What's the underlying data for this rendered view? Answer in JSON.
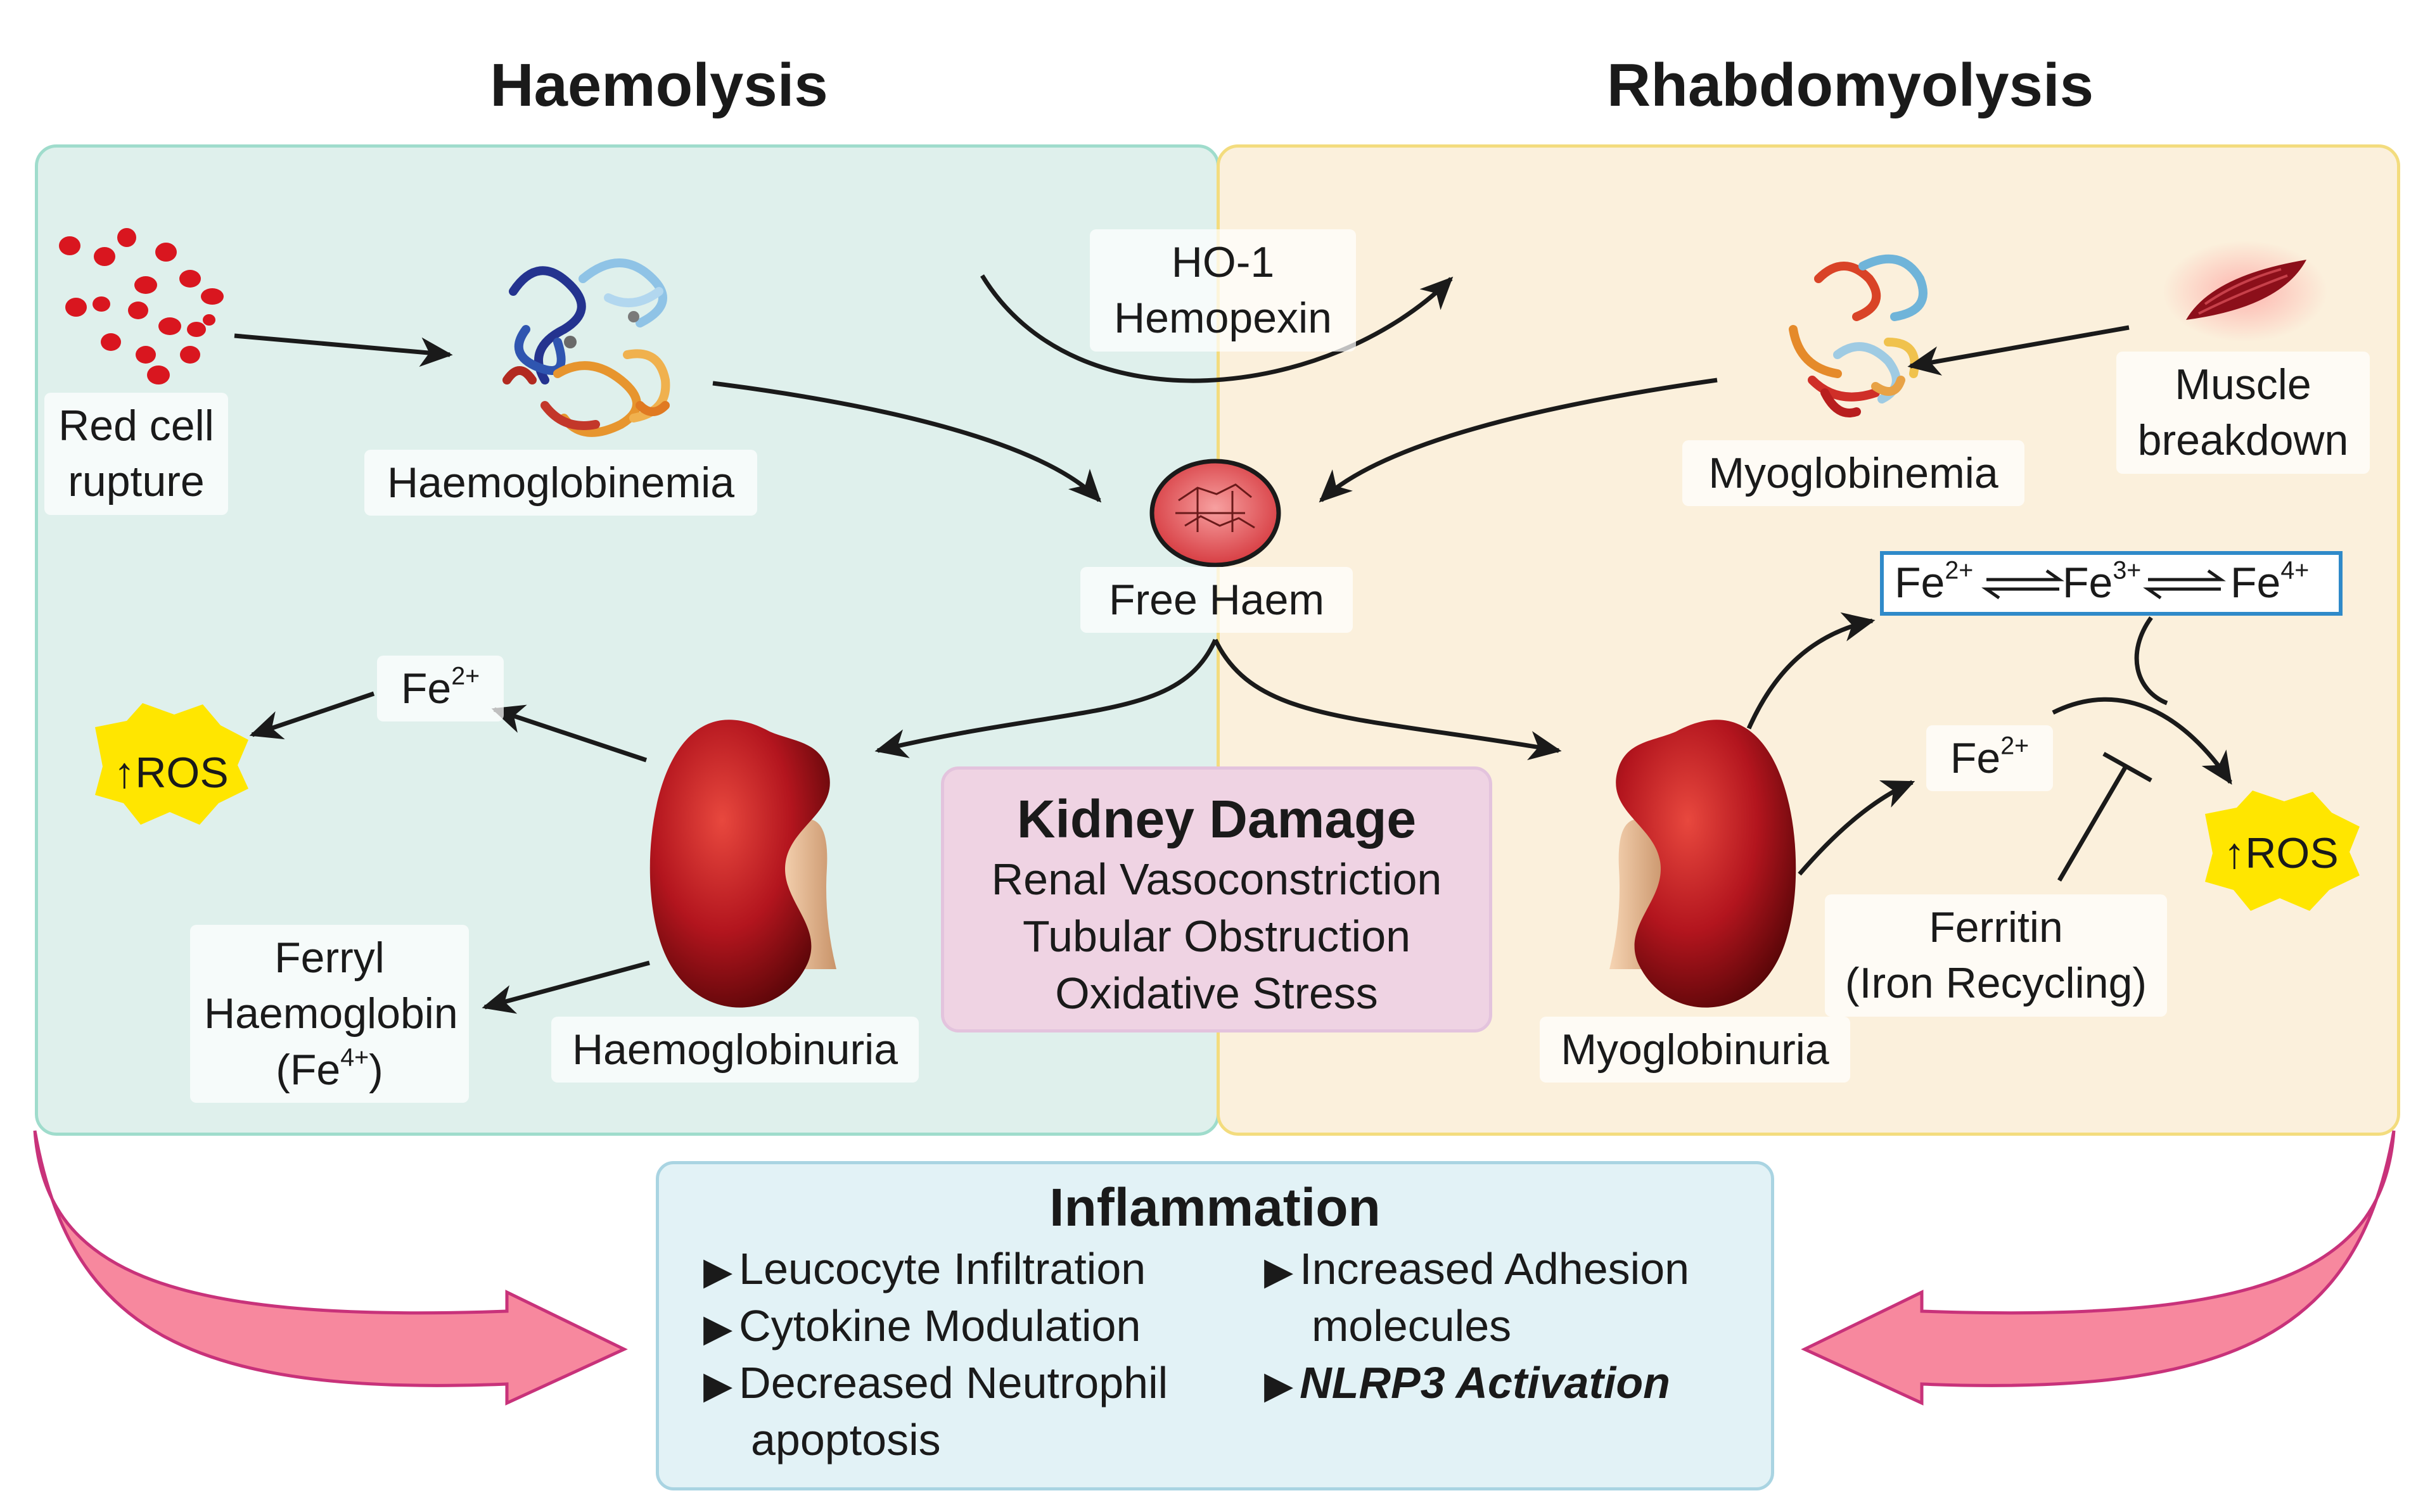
{
  "titles": {
    "left": "Haemolysis",
    "right": "Rhabdomyolysis"
  },
  "colors": {
    "left_panel_fill": "#dff0ec",
    "left_panel_border": "#9fdccc",
    "right_panel_fill": "#fbf0dc",
    "right_panel_border": "#f3dc7e",
    "kidney_box_fill": "#efd3e3",
    "inflammation_fill": "#e2f2f6",
    "ros_fill": "#ffe600",
    "big_arrow_fill": "#f7889e",
    "big_arrow_stroke": "#c8327a",
    "fe_box_border": "#2f8ac9",
    "red": "#b3151e"
  },
  "icons": [
    "red-cells-icon",
    "haemoglobin-protein-icon",
    "myoglobin-protein-icon",
    "muscle-icon",
    "free-haem-icon",
    "kidney-left-icon",
    "kidney-right-icon",
    "ros-burst-icon"
  ],
  "labels": {
    "red_cell_1": "Red cell",
    "red_cell_2": "rupture",
    "haemoglobinemia": "Haemoglobinemia",
    "ho1": "HO-1",
    "hemopexin": "Hemopexin",
    "myoglobinemia": "Myoglobinemia",
    "muscle_1": "Muscle",
    "muscle_2": "breakdown",
    "free_haem": "Free Haem",
    "fe_left_base": "Fe",
    "fe_left_sup": "2+",
    "ros_left": "↑ROS",
    "ros_right": "↑ROS",
    "ferryl_1": "Ferryl",
    "ferryl_2": "Haemoglobin",
    "ferryl_3_base": "(Fe",
    "ferryl_3_sup": "4+",
    "ferryl_3_end": ")",
    "haemoglobinuria": "Haemoglobinuria",
    "myoglobinuria": "Myoglobinuria",
    "fe_chain": {
      "a": "Fe",
      "a_sup": "2+",
      "b": "Fe",
      "b_sup": "3+",
      "c": "Fe",
      "c_sup": "4+"
    },
    "fe_right_base": "Fe",
    "fe_right_sup": "2+",
    "ferritin_1": "Ferritin",
    "ferritin_2": "(Iron Recycling)"
  },
  "kidney_damage": {
    "title": "Kidney Damage",
    "items": [
      "Renal Vasoconstriction",
      "Tubular Obstruction",
      "Oxidative Stress"
    ]
  },
  "inflammation": {
    "title": "Inflammation",
    "left_items": [
      {
        "text": "Leucocyte Infiltration",
        "cont": ""
      },
      {
        "text": "Cytokine Modulation",
        "cont": ""
      },
      {
        "text": "Decreased Neutrophil",
        "cont": "apoptosis"
      }
    ],
    "right_items": [
      {
        "text": "Increased Adhesion",
        "cont": "molecules"
      },
      {
        "text": "NLRP3 Activation",
        "cont": ""
      }
    ]
  }
}
